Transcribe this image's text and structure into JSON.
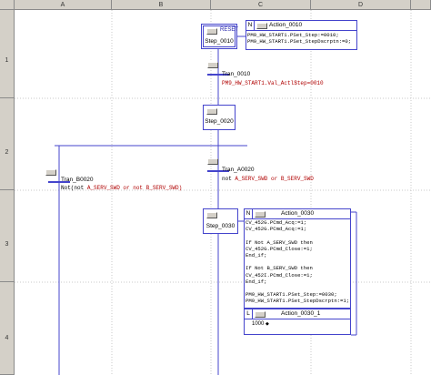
{
  "grid": {
    "columns": [
      "A",
      "B",
      "C",
      "D"
    ],
    "rows": [
      "1",
      "2",
      "3",
      "4"
    ]
  },
  "steps": {
    "s0010": {
      "name": "Step_0010",
      "reset_label": "RESET"
    },
    "s0020": {
      "name": "Step_0020"
    },
    "s0030": {
      "name": "Step_0030"
    }
  },
  "transitions": {
    "t0010": {
      "name": "Tran_0010",
      "condition": "PM9_HW_START1.Val_Actl$tep=0010"
    },
    "ta0020": {
      "name": "Tran_A0020",
      "condition_prefix": "not ",
      "condition_signals": "A_SERV_SWD or B_SERV_SWD"
    },
    "tb0020": {
      "name": "Tran_B0020",
      "condition_prefix": "Not(not ",
      "condition_signals": "A_SERV_SWD or not B_SERV_SWD)"
    }
  },
  "actions": {
    "a0010": {
      "qualifier": "N",
      "name": "Action_0010",
      "lines": [
        "PM9_HW_START1.PSet_Step:=0010;",
        "PM9_HW_START1.PSet_StepDscrptn:=0;"
      ]
    },
    "a0030": {
      "qualifier": "N",
      "name": "Action_0030",
      "lines": [
        "CV_452G.PCmd_Acq:=1;",
        "CV_452G.PCmd_Acq:=1;",
        "",
        "If Not A_SERV_SWD then",
        "CV_452G.PCmd_Close:=1;",
        "End_if;",
        "",
        "If Not B_SERV_SWD then",
        "CV_452I.PCmd_Close:=1;",
        "End_if;",
        "",
        "PM9_HW_START1.PSet_Step:=0030;",
        "PM9_HW_START1.PSet_StepDscrptn:=1;"
      ]
    },
    "a0030_1": {
      "qualifier": "L",
      "name": "Action_0030_1",
      "timer": "1000"
    }
  },
  "colors": {
    "link": "#4444cc",
    "keyword": "#b00000",
    "grid": "#c0c0c0",
    "header_bg": "#d4d0c8"
  }
}
